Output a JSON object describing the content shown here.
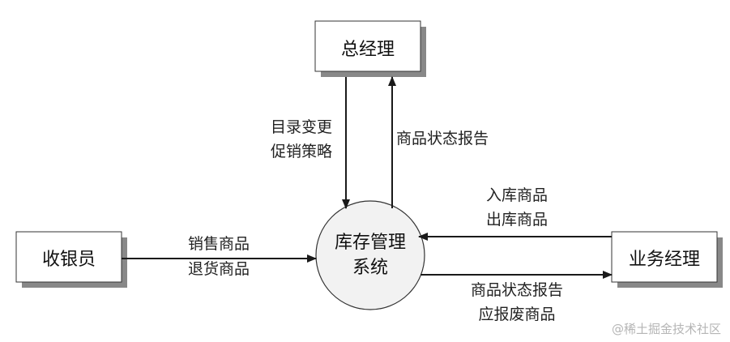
{
  "entities": {
    "general_manager": "总经理",
    "cashier": "收银员",
    "business_manager": "业务经理"
  },
  "process": {
    "line1": "库存管理",
    "line2": "系统"
  },
  "flows": {
    "gm_to_system": [
      "目录变更",
      "促销策略"
    ],
    "system_to_gm": [
      "商品状态报告"
    ],
    "cashier_to_system": [
      "销售商品",
      "退货商品"
    ],
    "bm_to_system": [
      "入库商品",
      "出库商品"
    ],
    "system_to_bm": [
      "商品状态报告",
      "应报废商品"
    ]
  },
  "watermark": "@稀土掘金技术社区"
}
